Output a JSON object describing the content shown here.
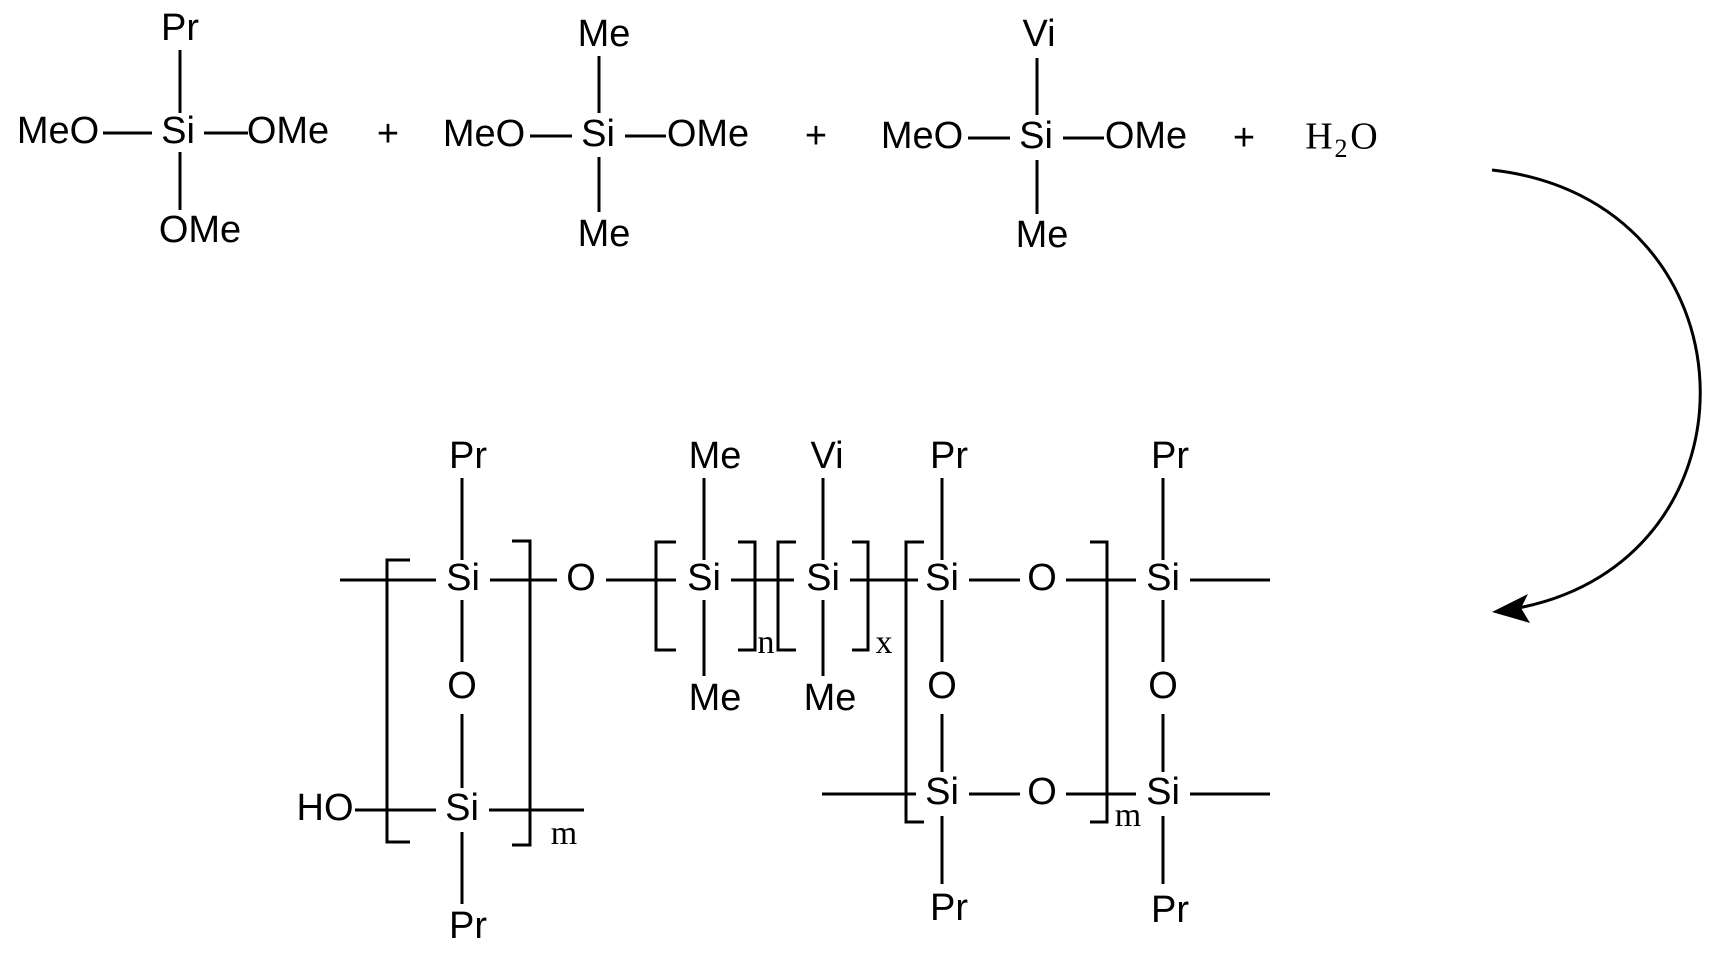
{
  "reactants": {
    "r1": {
      "center": "Si",
      "top": "Pr",
      "left": "MeO",
      "right": "OMe",
      "bottom": "OMe"
    },
    "r2": {
      "center": "Si",
      "top": "Me",
      "left": "MeO",
      "right": "OMe",
      "bottom": "Me"
    },
    "r3": {
      "center": "Si",
      "top": "Vi",
      "left": "MeO",
      "right": "OMe",
      "bottom": "Me"
    },
    "water": {
      "h": "H",
      "sub": "2",
      "o": "O"
    },
    "plus": "+"
  },
  "product": {
    "left_unit": {
      "si_top": "Si",
      "si_bottom": "Si",
      "o": "O",
      "pr_top": "Pr",
      "pr_bottom": "Pr",
      "ho": "HO",
      "index": "m"
    },
    "bridge_o": "O",
    "n_unit": {
      "si": "Si",
      "top": "Me",
      "bottom": "Me",
      "index": "n"
    },
    "x_unit": {
      "si": "Si",
      "top": "Vi",
      "bottom": "Me",
      "index": "x"
    },
    "cage": {
      "si_tl": "Si",
      "si_tr": "Si",
      "si_bl": "Si",
      "si_br": "Si",
      "o_top": "O",
      "o_left": "O",
      "o_right": "O",
      "o_bottom": "O",
      "pr_tl": "Pr",
      "pr_tr": "Pr",
      "pr_bl": "Pr",
      "pr_br": "Pr",
      "index": "m"
    }
  },
  "arrow": {
    "type": "curved",
    "direction": "clockwise"
  }
}
